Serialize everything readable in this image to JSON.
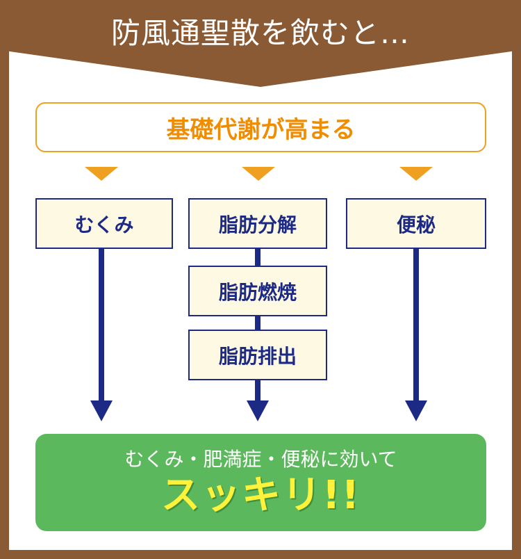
{
  "header": {
    "title": "防風通聖散を飲むと…"
  },
  "top_box": {
    "label": "基礎代謝が高まる"
  },
  "columns": [
    {
      "boxes": [
        "むくみ"
      ]
    },
    {
      "boxes": [
        "脂肪分解",
        "脂肪燃焼",
        "脂肪排出"
      ]
    },
    {
      "boxes": [
        "便秘"
      ]
    }
  ],
  "result": {
    "subtitle": "むくみ・肥満症・便秘に効いて",
    "headline": "スッキリ!!"
  },
  "colors": {
    "brown": "#8a5a35",
    "orange": "#f0a020",
    "navy": "#1c2a85",
    "green": "#5cb85c",
    "yellow": "#fff23a",
    "cream": "#fdf9e2"
  }
}
